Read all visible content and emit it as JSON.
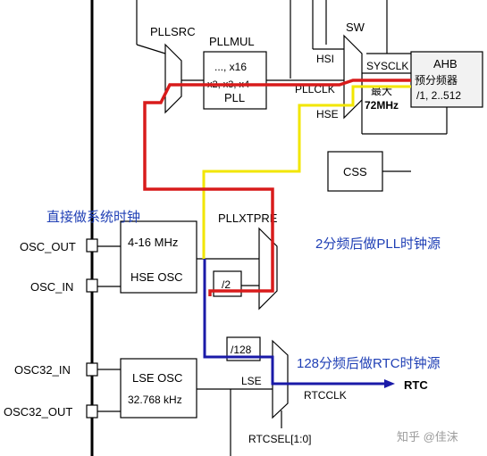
{
  "blocks": {
    "pllsrc": "PLLSRC",
    "pllmul": "PLLMUL",
    "pll_line1": "..., x16",
    "pll_line2": "x2, x3, x4",
    "pll_line3": "PLL",
    "sw": "SW",
    "hsi": "HSI",
    "pllclk": "PLLCLK",
    "hse_in": "HSE",
    "sysclk": "SYSCLK",
    "max_line1": "最大",
    "max_line2": "72MHz",
    "ahb_line1": "AHB",
    "ahb_line2": "预分频器",
    "ahb_line3": "/1, 2..512",
    "css": "CSS",
    "pllxtpre": "PLLXTPRE",
    "hse_osc_line1": "4-16 MHz",
    "hse_osc_line2": "HSE OSC",
    "div2": "/2",
    "div128": "/128",
    "lse_osc_line1": "LSE OSC",
    "lse_osc_line2": "32.768 kHz",
    "lse": "LSE",
    "rtcclk": "RTCCLK",
    "rtc": "RTC",
    "rtcsel": "RTCSEL[1:0]"
  },
  "pins": {
    "osc_out": "OSC_OUT",
    "osc_in": "OSC_IN",
    "osc32_in": "OSC32_IN",
    "osc32_out": "OSC32_OUT"
  },
  "annotations": {
    "direct_clock": "直接做系统时钟",
    "div2_pll": "2分频后做PLL时钟源",
    "div128_rtc": "128分频后做RTC时钟源",
    "watermark": "知乎 @佳沫"
  },
  "colors": {
    "red_path": "#d81b1b",
    "yellow_path": "#f2e600",
    "blue_path": "#1a1aa8",
    "annotation_blue": "#1f3fb5",
    "line": "#000000",
    "ahb_fill": "#f2f2f2"
  }
}
